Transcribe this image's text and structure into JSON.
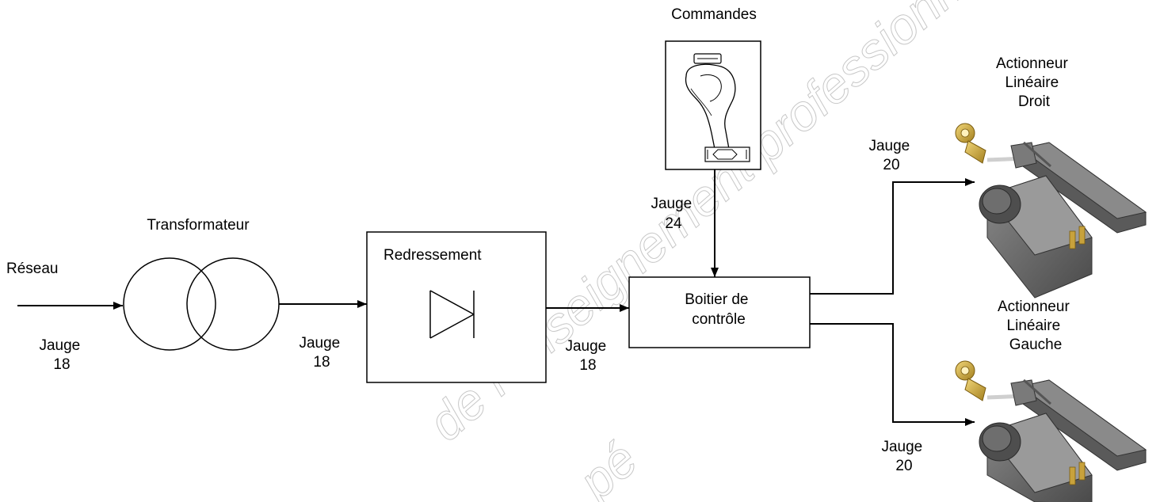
{
  "colors": {
    "line": "#000000",
    "background": "#ffffff",
    "watermark": "#c8c8c8",
    "actuator_body": "#6e6e6e",
    "actuator_brass": "#c8a23c"
  },
  "nodes": {
    "reseau": "Réseau",
    "transformateur": "Transformateur",
    "redressement": "Redressement",
    "commandes": "Commandes",
    "boitier": [
      "Boitier de",
      "contrôle"
    ],
    "actionneur_droit": [
      "Actionneur",
      "Linéaire",
      "Droit"
    ],
    "actionneur_gauche": [
      "Actionneur",
      "Linéaire",
      "Gauche"
    ]
  },
  "edges": {
    "reseau_to_transfo": [
      "Jauge",
      "18"
    ],
    "transfo_to_redress": [
      "Jauge",
      "18"
    ],
    "redress_to_boitier": [
      "Jauge",
      "18"
    ],
    "commandes_to_boitier": [
      "Jauge",
      "24"
    ],
    "boitier_to_droit": [
      "Jauge",
      "20"
    ],
    "boitier_to_gauche": [
      "Jauge",
      "20"
    ]
  },
  "watermark": {
    "line1": "de l'enseignement professionnel",
    "line2": "pé"
  },
  "icons": {
    "commandes_image": "joystick-icon",
    "actuator_image": "linear-actuator-icon",
    "diode_symbol": "diode-icon"
  }
}
